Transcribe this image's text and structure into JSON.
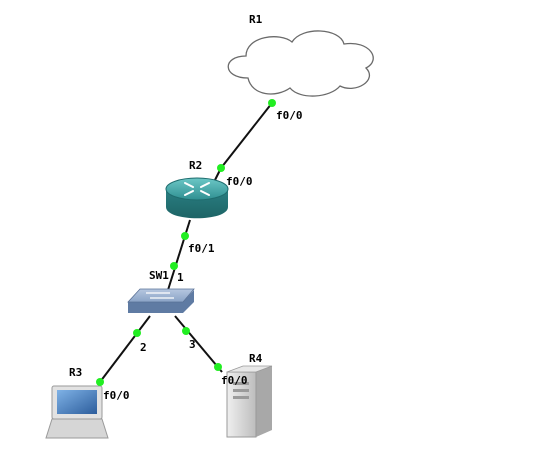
{
  "topology": {
    "nodes": {
      "r1": {
        "label": "R1",
        "kind": "cloud"
      },
      "r2": {
        "label": "R2",
        "kind": "router"
      },
      "sw1": {
        "label": "SW1",
        "kind": "switch"
      },
      "r3": {
        "label": "R3",
        "kind": "laptop"
      },
      "r4": {
        "label": "R4",
        "kind": "server"
      }
    },
    "ports": {
      "r1_f00": "f0/0",
      "r2_f00": "f0/0",
      "r2_f01": "f0/1",
      "sw1_p1": "1",
      "sw1_p2": "2",
      "sw1_p3": "3",
      "r3_f00": "f0/0",
      "r4_f00": "f0/0"
    },
    "links": [
      {
        "from": "r1",
        "to": "r2"
      },
      {
        "from": "r2",
        "to": "sw1"
      },
      {
        "from": "sw1",
        "to": "r3"
      },
      {
        "from": "sw1",
        "to": "r4"
      }
    ]
  },
  "colors": {
    "link": "#111111",
    "link_up": "#22ee22",
    "router": "#2e8c8e",
    "switch": "#7f96b8",
    "cloud_stroke": "#666666",
    "laptop_screen": "#3a6fb0",
    "server": "#d4d4d4"
  }
}
